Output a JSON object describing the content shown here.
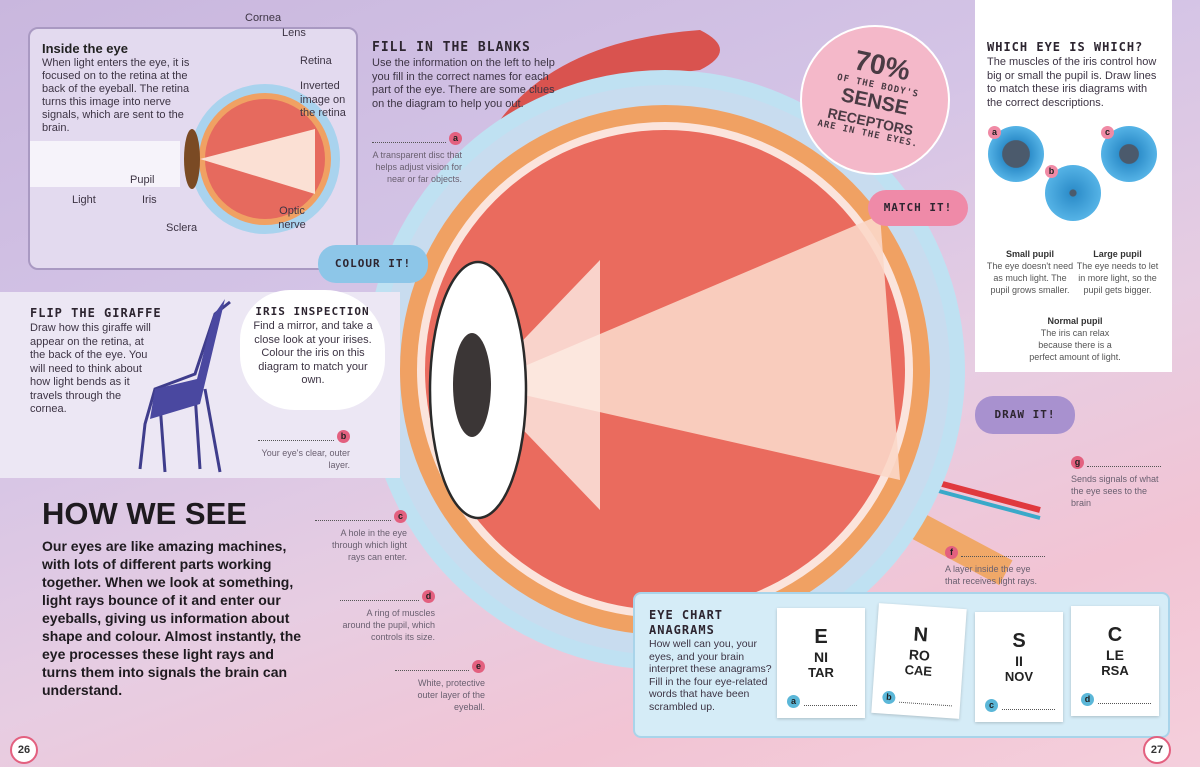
{
  "inside_eye": {
    "title": "Inside the eye",
    "body": "When light enters the eye, it is focused on to the retina at the back of the eyeball. The retina turns this image into nerve signals, which are sent to the brain.",
    "labels": {
      "cornea": "Cornea",
      "lens": "Lens",
      "retina": "Retina",
      "inverted": "Inverted image on the retina",
      "pupil": "Pupil",
      "iris": "Iris",
      "light": "Light",
      "sclera": "Sclera",
      "optic": "Optic nerve"
    }
  },
  "fill_blanks": {
    "title": "Fill in the blanks",
    "body": "Use the information on the left to help you fill in the correct names for each part of the eye. There are some clues on the diagram to help you out.",
    "clues": [
      {
        "letter": "a",
        "text": "A transparent disc that helps adjust vision for near or far objects."
      },
      {
        "letter": "b",
        "text": "Your eye's clear, outer layer."
      },
      {
        "letter": "c",
        "text": "A hole in the eye through which light rays can enter."
      },
      {
        "letter": "d",
        "text": "A ring of muscles around the pupil, which controls its size."
      },
      {
        "letter": "e",
        "text": "White, protective outer layer of the eyeball."
      },
      {
        "letter": "f",
        "text": "A layer inside the eye that receives light rays."
      },
      {
        "letter": "g",
        "text": "Sends signals of what the eye sees to the brain"
      }
    ]
  },
  "flip_giraffe": {
    "title": "Flip the giraffe",
    "body": "Draw how this giraffe will appear on the retina, at the back of the eye. You will need to think about how light bends as it travels through the cornea."
  },
  "iris_inspection": {
    "title": "Iris inspection",
    "body": "Find a mirror, and take a close look at your irises. Colour the iris on this diagram to match your own."
  },
  "stickers": {
    "colour": "Colour it!",
    "match": "Match it!",
    "draw": "Draw it!"
  },
  "fact": {
    "big": "70%",
    "line1": "of the body's",
    "line2": "SENSE",
    "line3": "RECEPTORS",
    "line4": "are in the eyes."
  },
  "main": {
    "title": "HOW WE SEE",
    "body": "Our eyes are like amazing machines, with lots of different parts working together. When we look at something, light rays bounce of it and enter our eyeballs, giving us information about shape and colour. Almost instantly, the eye processes these light rays and turns them into signals the brain can understand."
  },
  "which_eye": {
    "title": "Which eye is which?",
    "body": "The muscles of the iris control how big or small the pupil is. Draw lines to match these iris diagrams with the correct descriptions.",
    "irises": [
      "a",
      "b",
      "c"
    ],
    "descriptions": [
      {
        "title": "Small pupil",
        "text": "The eye doesn't need as much light. The pupil grows smaller."
      },
      {
        "title": "Large pupil",
        "text": "The eye needs to let in more light, so the pupil gets bigger."
      },
      {
        "title": "Normal pupil",
        "text": "The iris can relax because there is a perfect amount of light."
      }
    ]
  },
  "anagrams": {
    "title": "Eye chart anagrams",
    "body": "How well can you, your eyes, and your brain interpret these anagrams? Fill in the four eye-related words that have been scrambled up.",
    "cards": [
      {
        "letter": "a",
        "l1": "E",
        "l2": "NI",
        "l3": "TAR"
      },
      {
        "letter": "b",
        "l1": "N",
        "l2": "RO",
        "l3": "CAE"
      },
      {
        "letter": "c",
        "l1": "S",
        "l2": "II",
        "l3": "NOV"
      },
      {
        "letter": "d",
        "l1": "C",
        "l2": "LE",
        "l3": "RSA"
      }
    ]
  },
  "pages": {
    "left": "26",
    "right": "27"
  },
  "colors": {
    "accent_pink": "#e3607f",
    "blue": "#5bb7d8",
    "purple": "#9d86c8"
  }
}
